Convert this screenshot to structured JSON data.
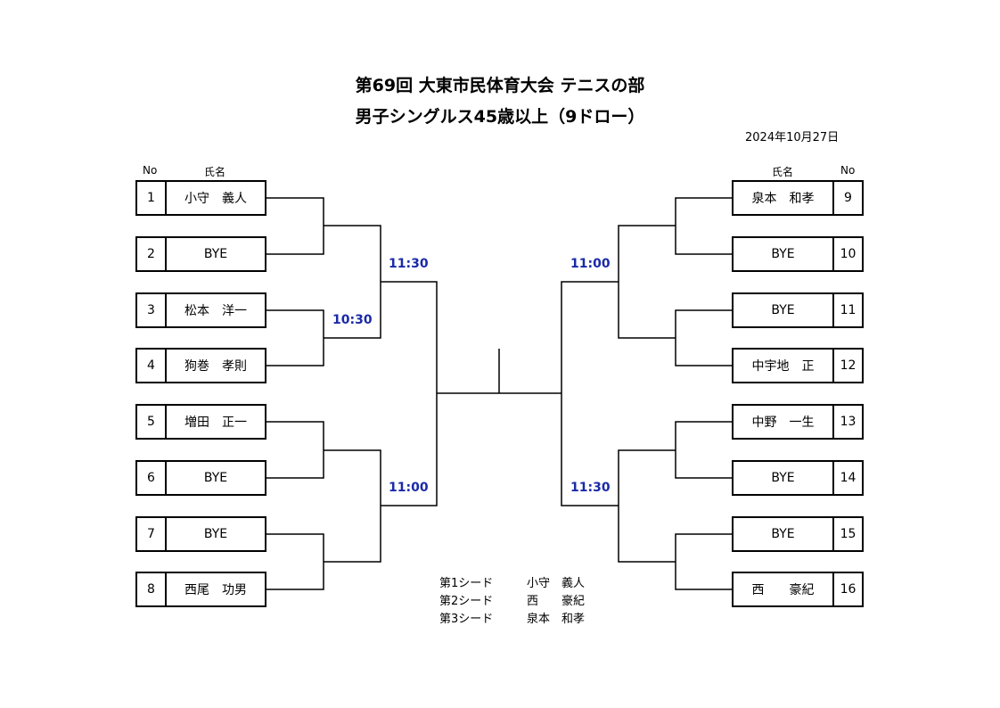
{
  "title_line1": "第69回 大東市民体育大会 テニスの部",
  "title_line2": "男子シングルス45歳以上（9ドロー）",
  "date": "2024年10月27日",
  "headers": {
    "no": "No",
    "name": "氏名"
  },
  "left_entries": [
    {
      "no": "1",
      "name": "小守　義人"
    },
    {
      "no": "2",
      "name": "BYE"
    },
    {
      "no": "3",
      "name": "松本　洋一"
    },
    {
      "no": "4",
      "name": "狗巻　孝則"
    },
    {
      "no": "5",
      "name": "増田　正一"
    },
    {
      "no": "6",
      "name": "BYE"
    },
    {
      "no": "7",
      "name": "BYE"
    },
    {
      "no": "8",
      "name": "西尾　功男"
    }
  ],
  "right_entries": [
    {
      "no": "9",
      "name": "泉本　和孝"
    },
    {
      "no": "10",
      "name": "BYE"
    },
    {
      "no": "11",
      "name": "BYE"
    },
    {
      "no": "12",
      "name": "中宇地　正"
    },
    {
      "no": "13",
      "name": "中野　一生"
    },
    {
      "no": "14",
      "name": "BYE"
    },
    {
      "no": "15",
      "name": "BYE"
    },
    {
      "no": "16",
      "name": "西　　豪紀"
    }
  ],
  "match_times": {
    "left_r1_34": "10:30",
    "left_qf_top": "11:30",
    "left_qf_bottom": "11:00",
    "right_qf_top": "11:00",
    "right_qf_bottom": "11:30"
  },
  "time_color": "#1a2aa8",
  "seeds": [
    {
      "label": "第1シード",
      "name": "小守　義人"
    },
    {
      "label": "第2シード",
      "name": "西　　豪紀"
    },
    {
      "label": "第3シード",
      "name": "泉本　和孝"
    }
  ]
}
